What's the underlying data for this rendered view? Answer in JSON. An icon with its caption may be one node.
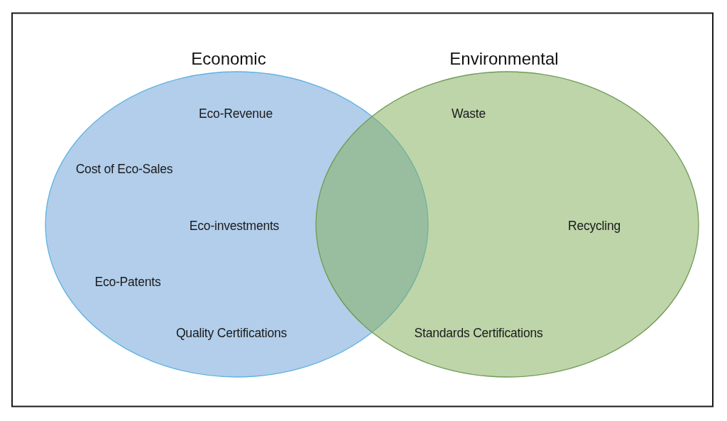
{
  "diagram": {
    "nodes": [
      {
        "text": [
          "Economic",
          "Eco-Revenue",
          "Cost of Eco-Sales",
          "Eco-investments",
          "Eco-Patents",
          "Quality Certifications"
        ]
      },
      {
        "text": [
          "Environmental",
          "Waste",
          "Recycling",
          "Standards Certifications"
        ]
      }
    ],
    "edges": []
  }
}
